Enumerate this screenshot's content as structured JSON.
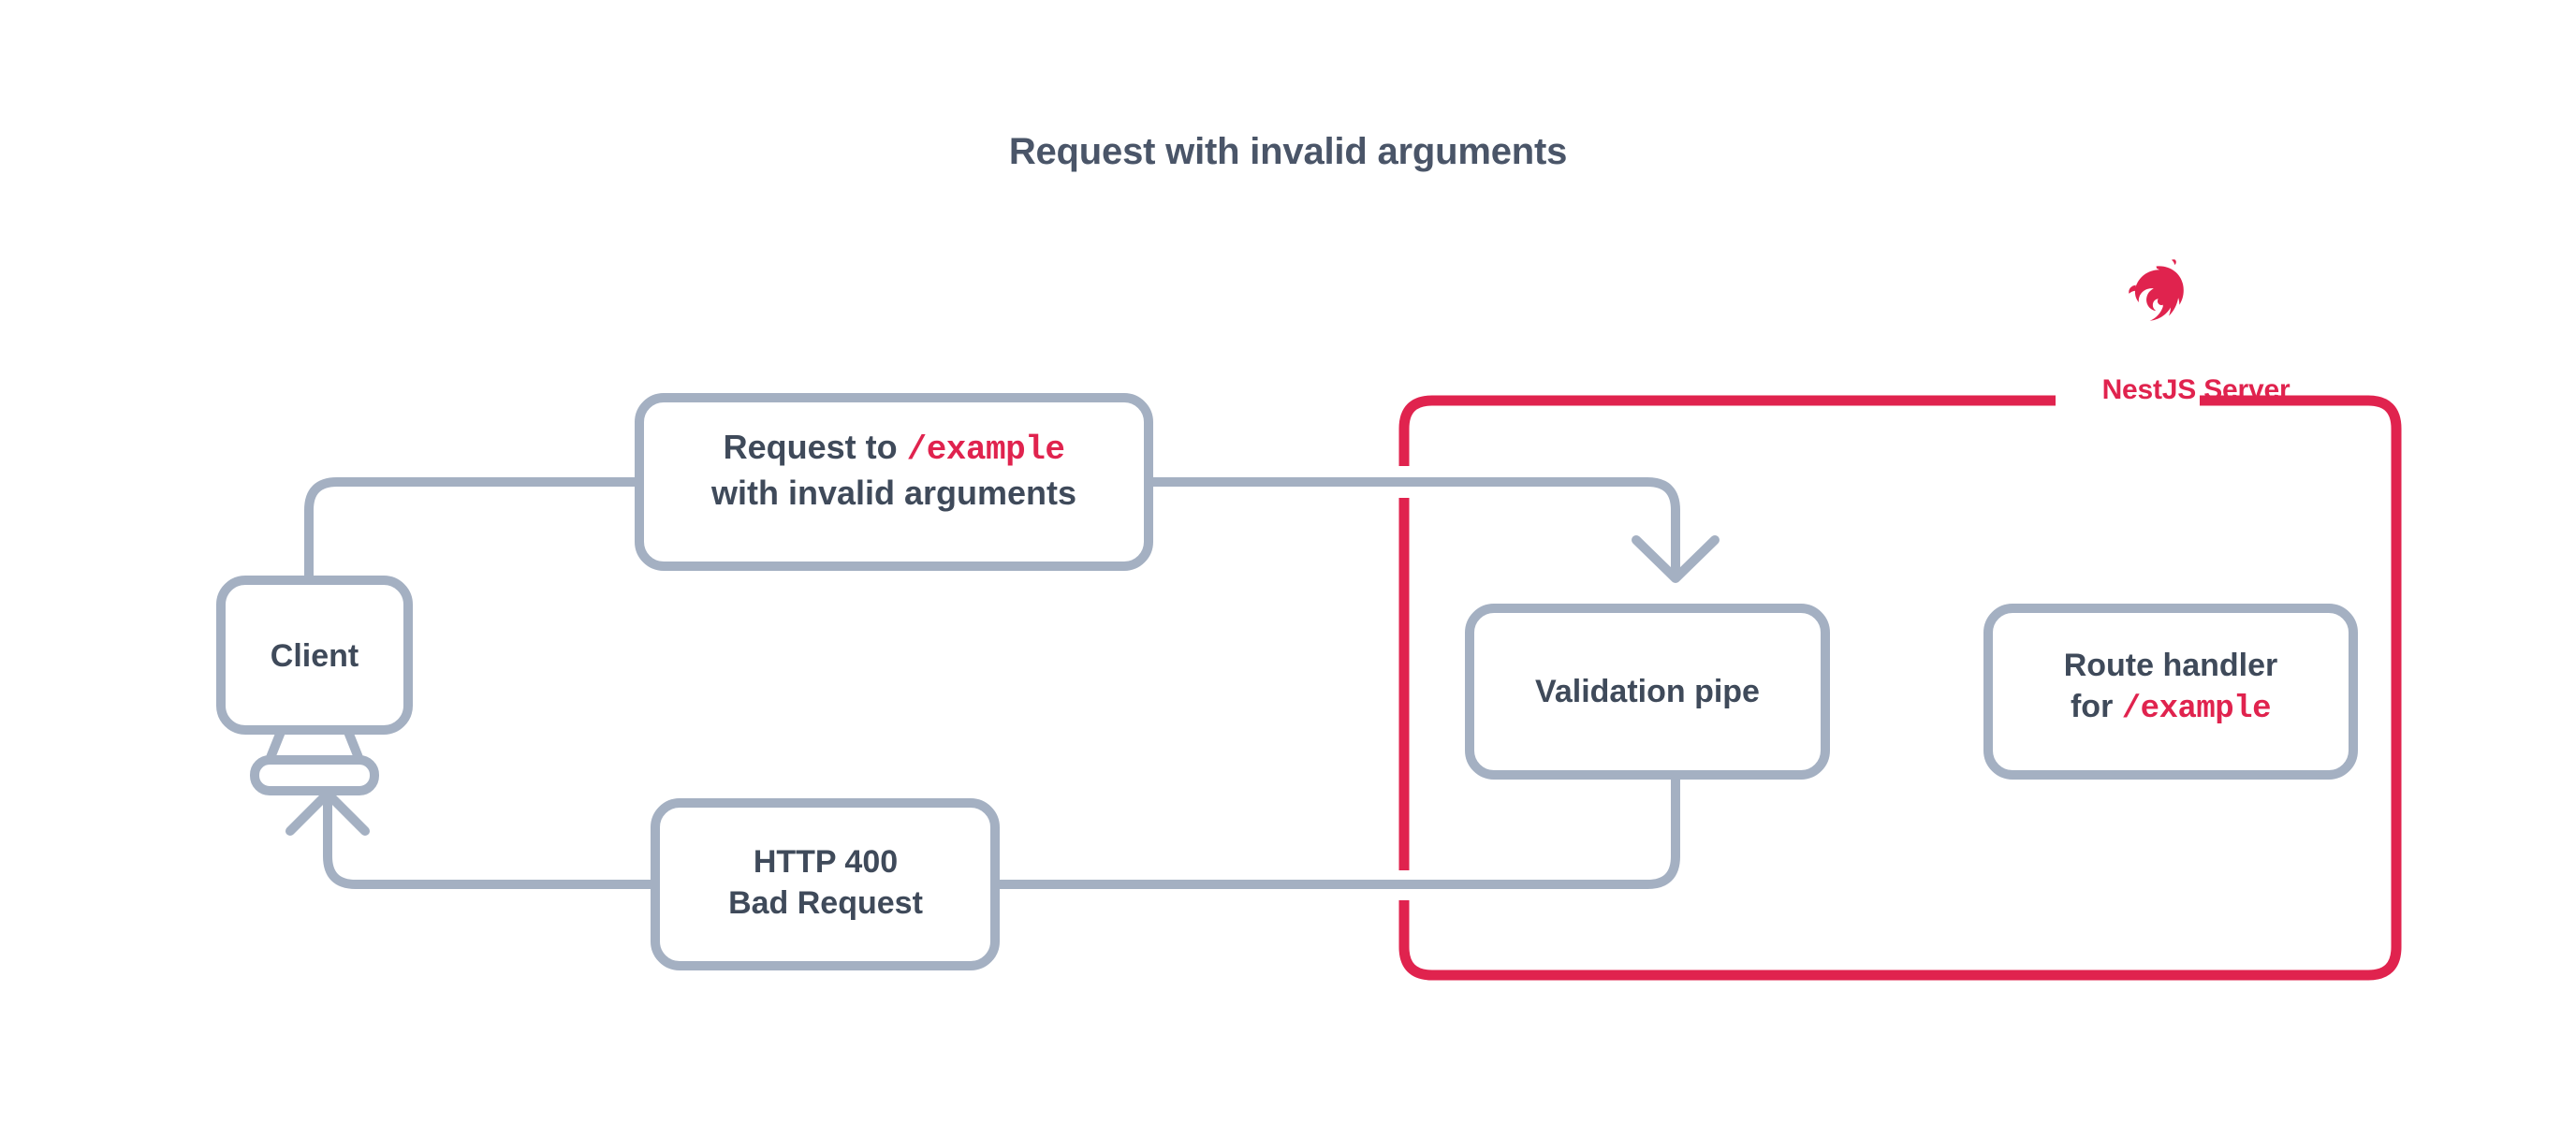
{
  "page": {
    "title": "Request with invalid arguments",
    "background_color": "#ffffff"
  },
  "colors": {
    "accent_red": "#e0234e",
    "line_gray": "#a4b0c2",
    "text_slate": "#3f4a5a",
    "title_slate": "#4a5568"
  },
  "boundary": {
    "name": "NestJS Server",
    "label": "NestJS Server",
    "logo_icon": "nestjs-logo-icon",
    "border_color": "#e0234e"
  },
  "nodes": {
    "client": {
      "label": "Client",
      "icon": "monitor-icon"
    },
    "request": {
      "line1_prefix": "Request to ",
      "line1_path": "/example",
      "line2": "with invalid arguments"
    },
    "validation_pipe": {
      "label": "Validation pipe"
    },
    "route_handler": {
      "line1": "Route handler",
      "line2_prefix": "for ",
      "line2_path": "/example"
    },
    "response": {
      "line1": "HTTP 400",
      "line2": "Bad Request"
    }
  },
  "connectors": [
    {
      "name": "client-to-request",
      "from": "client",
      "to": "request",
      "arrow": false
    },
    {
      "name": "request-to-validation-pipe",
      "from": "request",
      "to": "validation_pipe",
      "arrow": true,
      "arrow_direction": "down"
    },
    {
      "name": "validation-pipe-to-response",
      "from": "validation_pipe",
      "to": "response",
      "arrow": false
    },
    {
      "name": "response-to-client",
      "from": "response",
      "to": "client",
      "arrow": true,
      "arrow_direction": "up"
    }
  ]
}
